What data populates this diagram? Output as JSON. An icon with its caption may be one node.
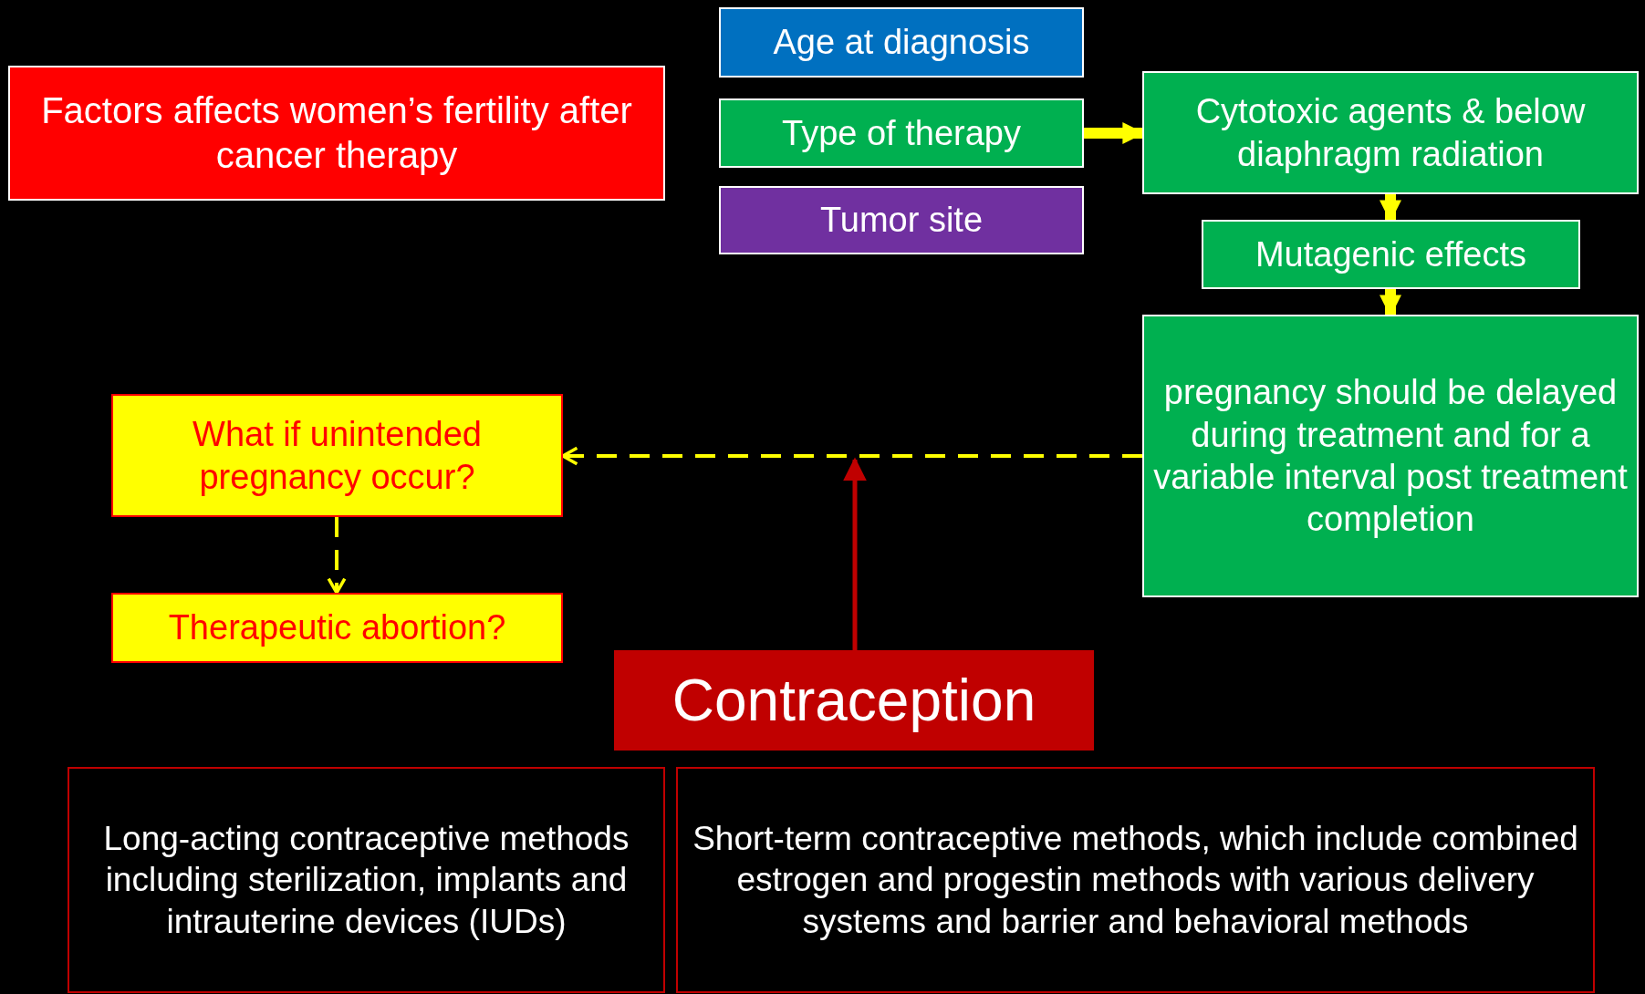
{
  "diagram": {
    "nodes": [
      {
        "text": [
          "Factors affects women’s fertility after cancer therapy"
        ]
      },
      {
        "text": [
          "Age at diagnosis"
        ]
      },
      {
        "text": [
          "Type of therapy"
        ]
      },
      {
        "text": [
          "Tumor site"
        ]
      },
      {
        "text": [
          "Cytotoxic agents & below diaphragm radiation"
        ]
      },
      {
        "text": [
          "Mutagenic effects"
        ]
      },
      {
        "text": [
          "pregnancy should be delayed during treatment and for a variable interval post treatment completion"
        ]
      },
      {
        "text": [
          "What if unintended pregnancy occur?"
        ]
      },
      {
        "text": [
          "Therapeutic abortion?"
        ]
      },
      {
        "text": [
          "Contraception"
        ]
      },
      {
        "text": [
          "Long-acting contraceptive methods including sterilization, implants and intrauterine devices (IUDs)"
        ]
      },
      {
        "text": [
          "Short-term contraceptive methods, which include combined estrogen and progestin methods with various delivery systems and barrier and behavioral methods"
        ]
      }
    ],
    "edges": [
      {
        "from": 2,
        "to": 4,
        "arrow": "to",
        "style": "thick"
      },
      {
        "from": 4,
        "to": 5,
        "arrow": "to",
        "style": "thick"
      },
      {
        "from": 5,
        "to": 6,
        "arrow": "to",
        "style": "thick"
      },
      {
        "from": 6,
        "to": 7,
        "arrow": "to",
        "style": "dashed"
      },
      {
        "from": 7,
        "to": 8,
        "arrow": "to",
        "style": "dashed"
      },
      {
        "from": 9,
        "to": null,
        "arrow": "to",
        "color": "#c00000"
      }
    ]
  }
}
